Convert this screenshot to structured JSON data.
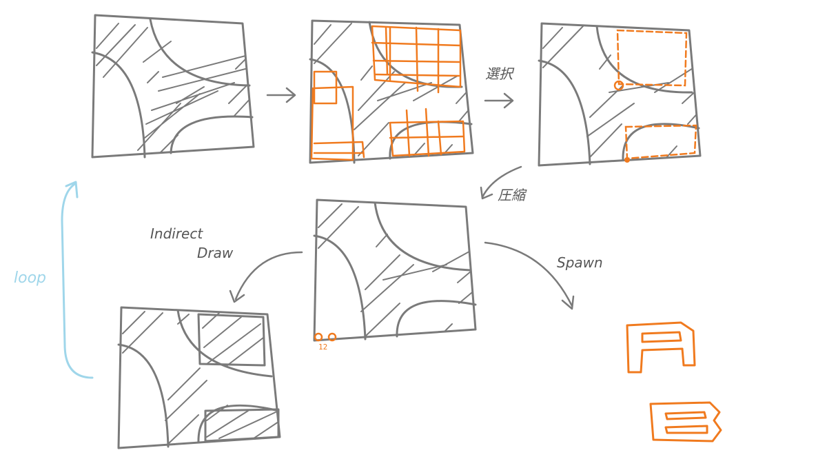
{
  "labels": {
    "select": "選択",
    "compress": "圧縮",
    "indirect_draw_line1": "Indirect",
    "indirect_draw_line2": "Draw",
    "spawn": "Spawn",
    "loop": "loop",
    "marker": "12",
    "glyph_a": "A",
    "glyph_b": "B"
  },
  "colors": {
    "line": "#7a7a7a",
    "orange": "#f07a1e",
    "loop_blue": "#9fd6ea",
    "background": "#ffffff"
  }
}
